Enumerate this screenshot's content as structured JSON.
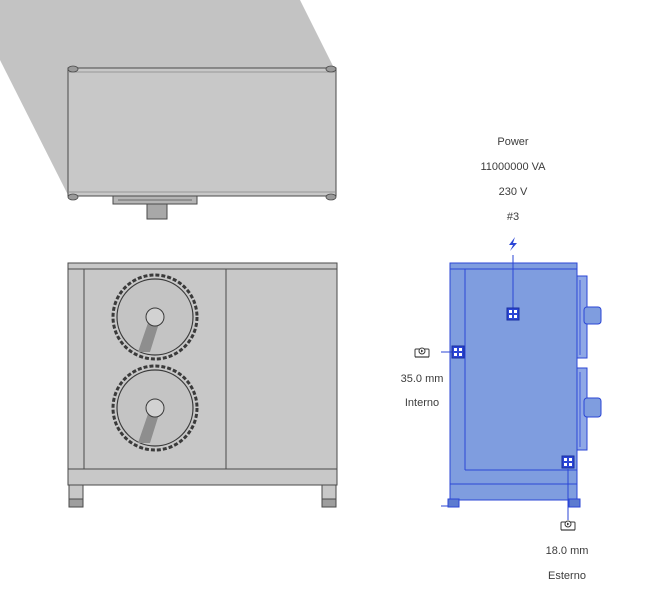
{
  "annotations": {
    "power": {
      "title": "Power",
      "apparent_power": "11000000 VA",
      "voltage": "230 V",
      "circuit": "#3"
    },
    "inner_offset": {
      "value": "35.0 mm",
      "label": "Interno"
    },
    "outer_offset": {
      "value": "18.0 mm",
      "label": "Esterno"
    }
  },
  "colors": {
    "selection_fill": "#7f9ddf",
    "selection_edge": "#2b46d6",
    "model_gray": "#c8c8c8",
    "shadow_gray": "#c3c3c3"
  },
  "icons": [
    "lightning-bolt-icon",
    "connector-grip-icon",
    "offset-camera-icon"
  ]
}
